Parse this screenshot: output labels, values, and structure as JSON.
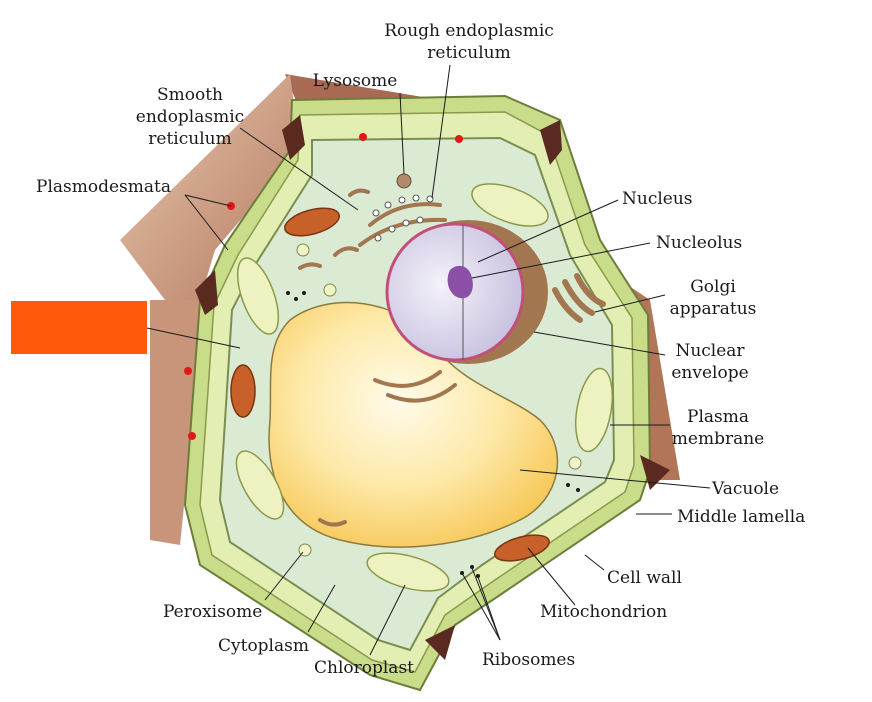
{
  "diagram": {
    "labels": {
      "rough_er_l1": "Rough endoplasmic",
      "rough_er_l2": "reticulum",
      "lysosome": "Lysosome",
      "smooth_er_l1": "Smooth",
      "smooth_er_l2": "endoplasmic",
      "smooth_er_l3": "reticulum",
      "plasmodesmata": "Plasmodesmata",
      "nucleus": "Nucleus",
      "nucleolus": "Nucleolus",
      "golgi_l1": "Golgi",
      "golgi_l2": "apparatus",
      "nuclear_envelope_l1": "Nuclear",
      "nuclear_envelope_l2": "envelope",
      "plasma_membrane_l1": "Plasma",
      "plasma_membrane_l2": "membrane",
      "vacuole": "Vacuole",
      "middle_lamella": "Middle lamella",
      "cell_wall": "Cell wall",
      "mitochondrion": "Mitochondrion",
      "peroxisome": "Peroxisome",
      "cytoplasm": "Cytoplasm",
      "chloroplast": "Chloroplast",
      "ribosomes": "Ribosomes"
    },
    "colors": {
      "redaction": "#ff5a0a",
      "cell_wall": "#d6e6a0",
      "cytoplasm": "#dcebd6",
      "vacuole": "#fcd97a",
      "neighbor_cell": "#c08a70",
      "mitochondrion": "#c8602a",
      "nucleus": "#ddd8ec",
      "nucleolus": "#9a63b0"
    }
  }
}
